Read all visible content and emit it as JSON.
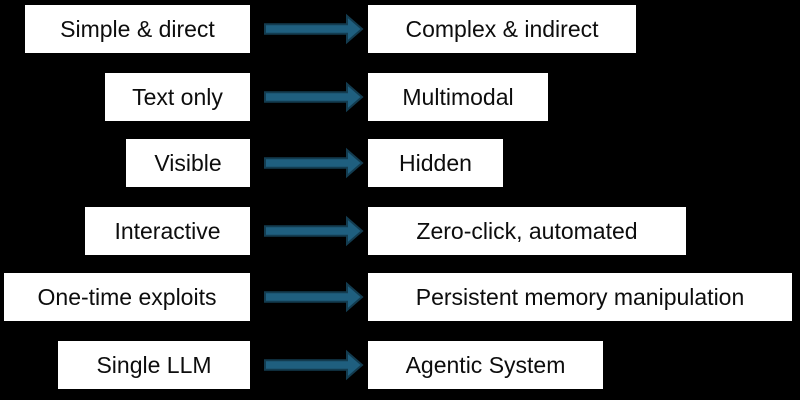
{
  "rows": [
    {
      "from": "Simple & direct",
      "to": "Complex & indirect"
    },
    {
      "from": "Text only",
      "to": "Multimodal"
    },
    {
      "from": "Visible",
      "to": "Hidden"
    },
    {
      "from": "Interactive",
      "to": "Zero-click, automated"
    },
    {
      "from": "One-time exploits",
      "to": "Persistent memory manipulation"
    },
    {
      "from": "Single LLM",
      "to": "Agentic System"
    }
  ],
  "icons": {
    "arrow": "right-arrow"
  },
  "colors": {
    "background": "#000000",
    "box_fill": "#ffffff",
    "box_text": "#0d0d0d",
    "arrow_fill": "#1f5f7f",
    "arrow_outline": "#133c50"
  }
}
